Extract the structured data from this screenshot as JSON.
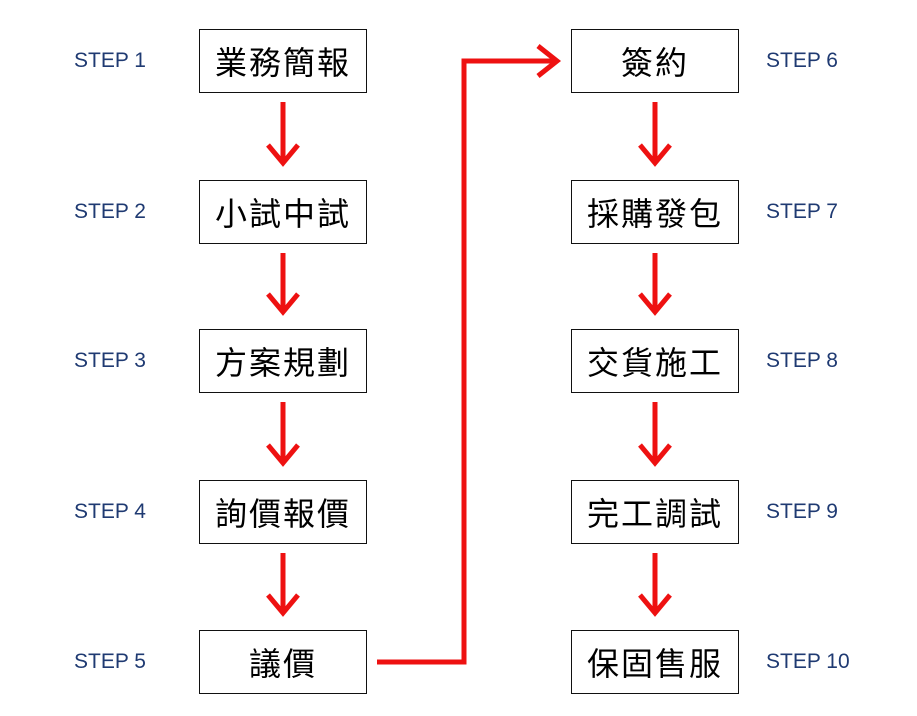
{
  "colors": {
    "arrow": "#ee1111",
    "step_label": "#1f3a72",
    "box_border": "#111111"
  },
  "left_column": [
    {
      "step": "STEP 1",
      "text": "業務簡報"
    },
    {
      "step": "STEP 2",
      "text": "小試中試"
    },
    {
      "step": "STEP 3",
      "text": "方案規劃"
    },
    {
      "step": "STEP 4",
      "text": "詢價報價"
    },
    {
      "step": "STEP 5",
      "text": "議價"
    }
  ],
  "right_column": [
    {
      "step": "STEP 6",
      "text": "簽約"
    },
    {
      "step": "STEP 7",
      "text": "採購發包"
    },
    {
      "step": "STEP 8",
      "text": "交貨施工"
    },
    {
      "step": "STEP 9",
      "text": "完工調試"
    },
    {
      "step": "STEP 10",
      "text": "保固售服"
    }
  ]
}
